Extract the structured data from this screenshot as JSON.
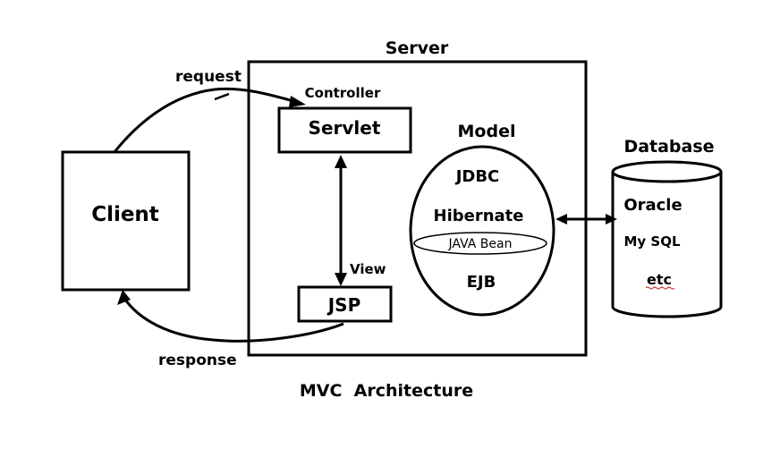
{
  "diagram": {
    "title": "MVC  Architecture",
    "client": {
      "label": "Client"
    },
    "server": {
      "label": "Server",
      "controller_label": "Controller",
      "servlet_label": "Servlet",
      "view_label": "View",
      "jsp_label": "JSP"
    },
    "model": {
      "label": "Model",
      "items": [
        "JDBC",
        "Hibernate",
        "JAVA Bean",
        "EJB"
      ]
    },
    "database": {
      "label": "Database",
      "items": [
        "Oracle",
        "My SQL",
        "etc"
      ]
    },
    "arrows": {
      "request_label": "request",
      "response_label": "response"
    },
    "colors": {
      "ink": "#000000",
      "background": "#ffffff",
      "spellcheck_underline": "#d0342c"
    }
  }
}
